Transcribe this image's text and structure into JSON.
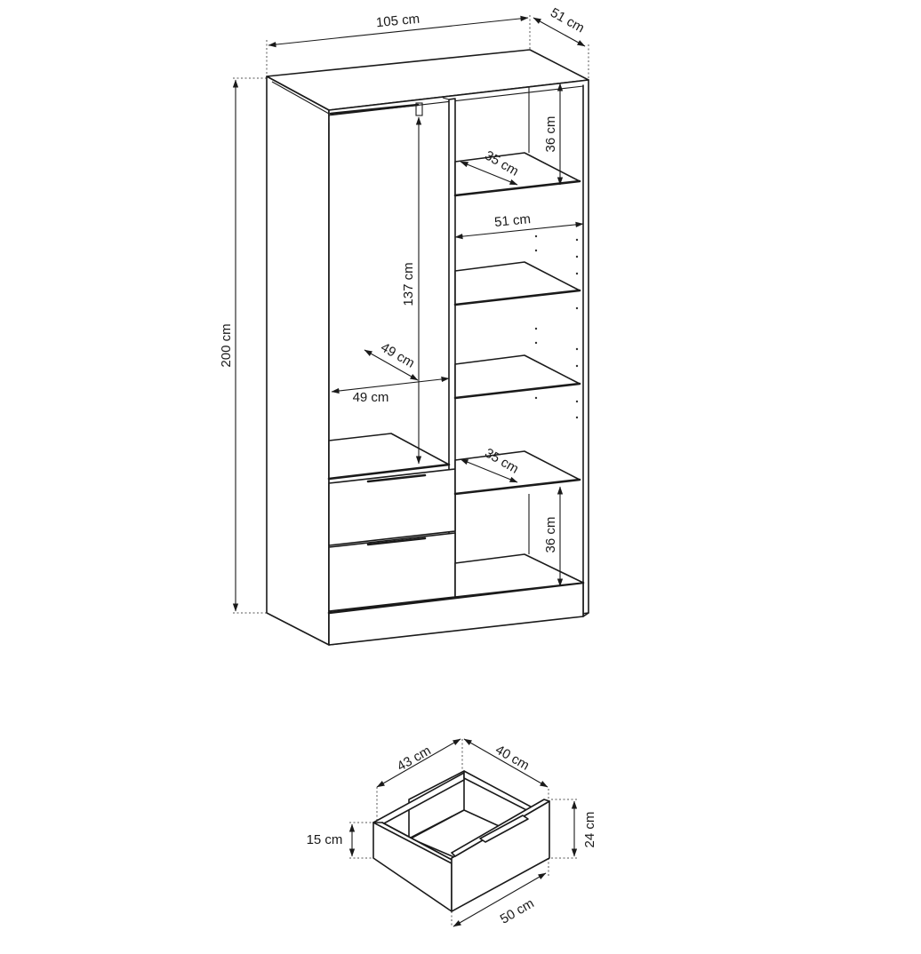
{
  "wardrobe": {
    "width": "105 cm",
    "depth": "51 cm",
    "height": "200 cm",
    "hanging_height": "137 cm",
    "compartment_width": "49 cm",
    "compartment_depth": "49 cm",
    "shelf_depth_top": "35 cm",
    "shelf_gap_top": "36 cm",
    "inner_width_right": "51 cm",
    "shelf_depth_bottom": "35 cm",
    "shelf_gap_bottom": "36 cm"
  },
  "drawer": {
    "side_length": "43 cm",
    "back_width": "40 cm",
    "side_height": "15 cm",
    "front_height": "24 cm",
    "front_width": "50 cm"
  }
}
